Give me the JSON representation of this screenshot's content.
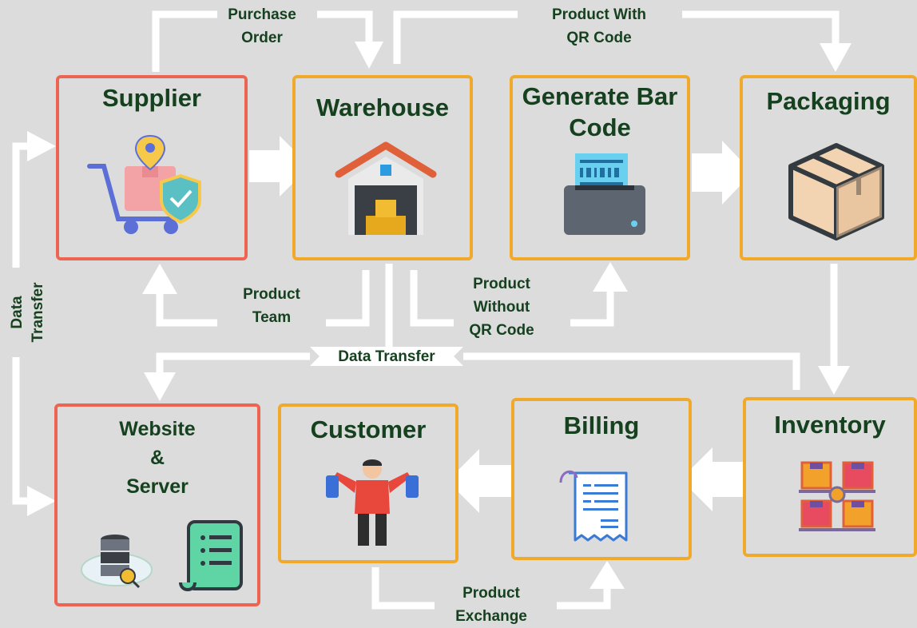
{
  "nodes": {
    "supplier": "Supplier",
    "warehouse": "Warehouse",
    "barcode_line1": "Generate Bar",
    "barcode_line2": "Code",
    "packaging": "Packaging",
    "website_line1": "Website",
    "website_line2": "&",
    "website_line3": "Server",
    "customer": "Customer",
    "billing": "Billing",
    "inventory": "Inventory"
  },
  "edges": {
    "purchase_order_1": "Purchase",
    "purchase_order_2": "Order",
    "product_qr_1": "Product With",
    "product_qr_2": "QR Code",
    "product_team_1": "Product",
    "product_team_2": "Team",
    "product_noqr_1": "Product",
    "product_noqr_2": "Without",
    "product_noqr_3": "QR Code",
    "data_transfer": "Data Transfer",
    "side_transfer_1": "Data",
    "side_transfer_2": "Transfer",
    "exchange_1": "Product",
    "exchange_2": "Exchange"
  },
  "colors": {
    "background": "#dcdcdc",
    "red_border": "#ec6553",
    "orange_border": "#f0a92a",
    "text": "#15411f",
    "arrow": "#ffffff"
  },
  "icons": {
    "supplier": "cart-shield-icon",
    "warehouse": "warehouse-icon",
    "barcode": "barcode-printer-icon",
    "packaging": "box-icon",
    "website": "database-icon",
    "server": "checklist-icon",
    "customer": "shopper-icon",
    "billing": "receipt-icon",
    "inventory": "inventory-icon"
  }
}
